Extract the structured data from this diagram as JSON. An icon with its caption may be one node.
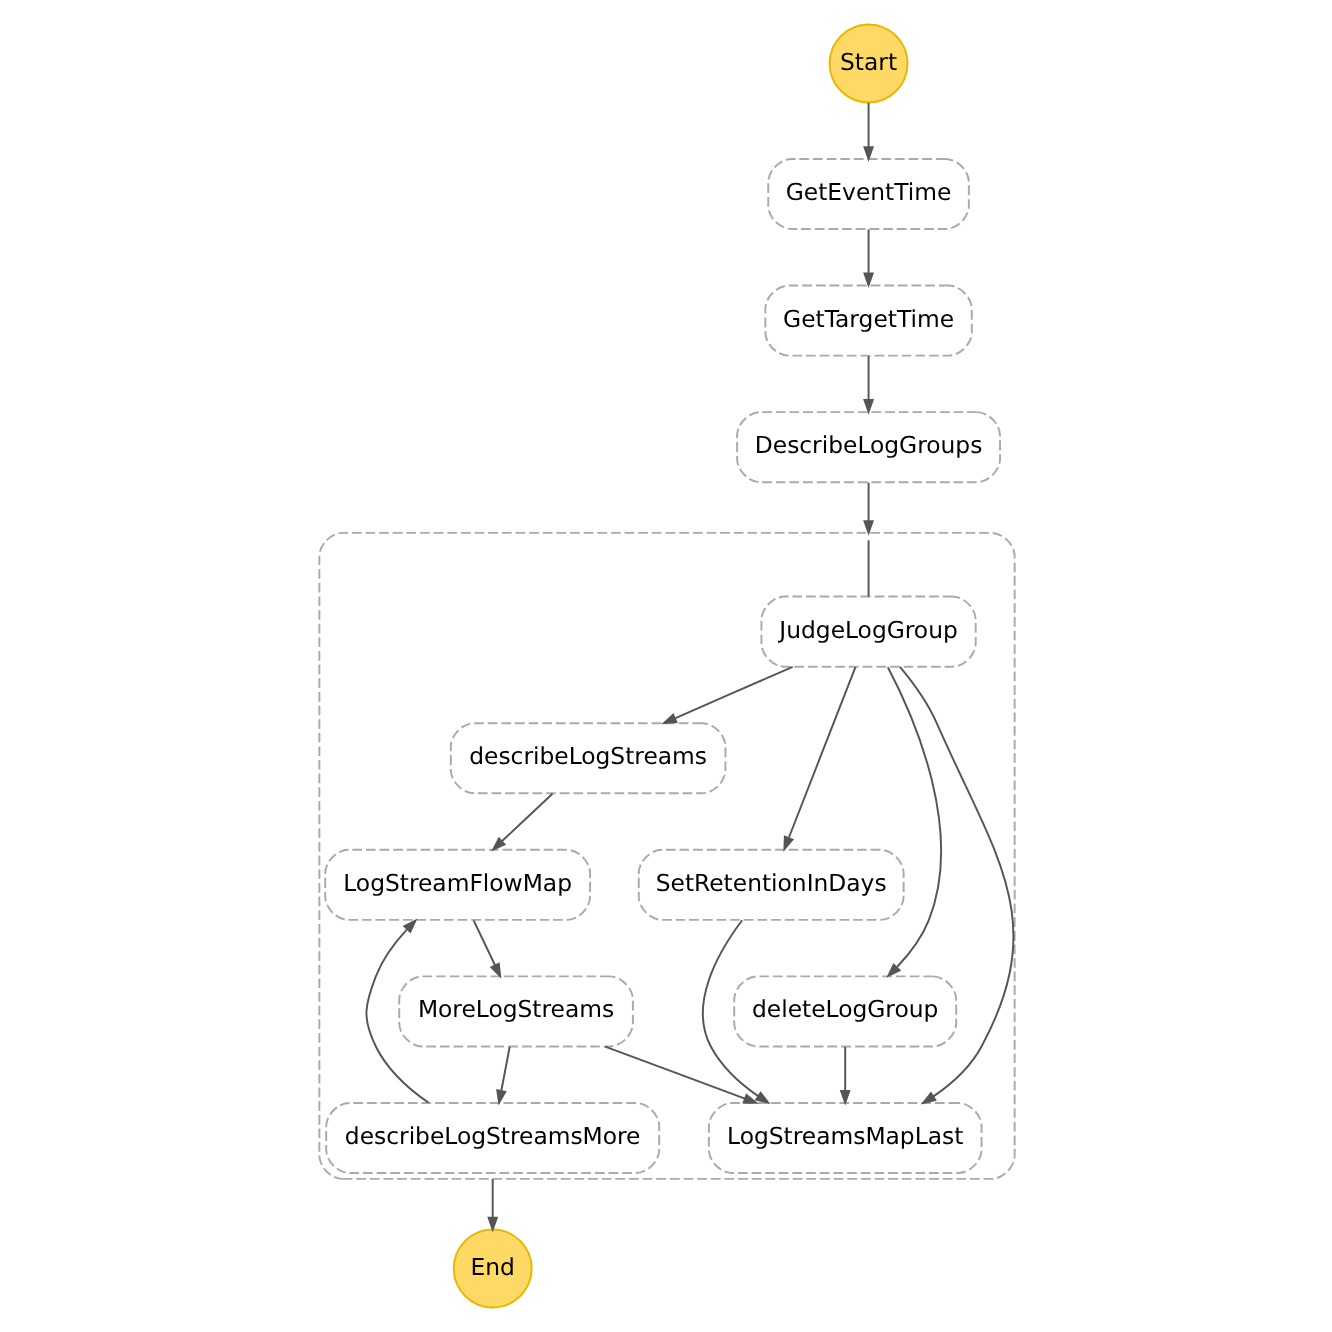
{
  "diagram": {
    "nodes": [
      {
        "text": [
          "Start"
        ]
      },
      {
        "text": [
          "GetEventTime"
        ]
      },
      {
        "text": [
          "GetTargetTime"
        ]
      },
      {
        "text": [
          "DescribeLogGroups"
        ]
      },
      {
        "text": [],
        "shape": "box"
      },
      {
        "text": [
          "JudgeLogGroup"
        ],
        "in": 4
      },
      {
        "text": [
          "describeLogStreams"
        ],
        "in": 4
      },
      {
        "text": [
          "LogStreamFlowMap"
        ],
        "in": 4
      },
      {
        "text": [
          "SetRetentionInDays"
        ],
        "in": 4
      },
      {
        "text": [
          "deleteLogGroup"
        ],
        "in": 4
      },
      {
        "text": [
          "MoreLogStreams"
        ],
        "in": 4
      },
      {
        "text": [
          "LogStreamsMapLast"
        ],
        "in": 4
      },
      {
        "text": [
          "describeLogStreamsMore"
        ],
        "in": 4
      },
      {
        "text": [
          "End"
        ]
      }
    ],
    "edges": [
      {
        "from": 0,
        "to": 1,
        "arrow": "to"
      },
      {
        "from": 1,
        "to": 2,
        "arrow": "to"
      },
      {
        "from": 2,
        "to": 3,
        "arrow": "to"
      },
      {
        "from": 3,
        "to": 4,
        "arrow": "to"
      },
      {
        "from": 4,
        "to": 5,
        "arrow": "none"
      },
      {
        "from": 5,
        "to": 6,
        "arrow": "to"
      },
      {
        "from": 5,
        "to": 8,
        "arrow": "to"
      },
      {
        "from": 5,
        "to": 9,
        "arrow": "to"
      },
      {
        "from": 5,
        "to": 11,
        "arrow": "to"
      },
      {
        "from": 6,
        "to": 7,
        "arrow": "to"
      },
      {
        "from": 7,
        "to": 10,
        "arrow": "to"
      },
      {
        "from": 10,
        "to": 12,
        "arrow": "to"
      },
      {
        "from": 10,
        "to": 11,
        "arrow": "to"
      },
      {
        "from": 12,
        "to": 7,
        "arrow": "to"
      },
      {
        "from": 8,
        "to": 11,
        "arrow": "to"
      },
      {
        "from": 9,
        "to": 11,
        "arrow": "to"
      },
      {
        "from": 4,
        "to": 13,
        "arrow": "to"
      }
    ]
  }
}
